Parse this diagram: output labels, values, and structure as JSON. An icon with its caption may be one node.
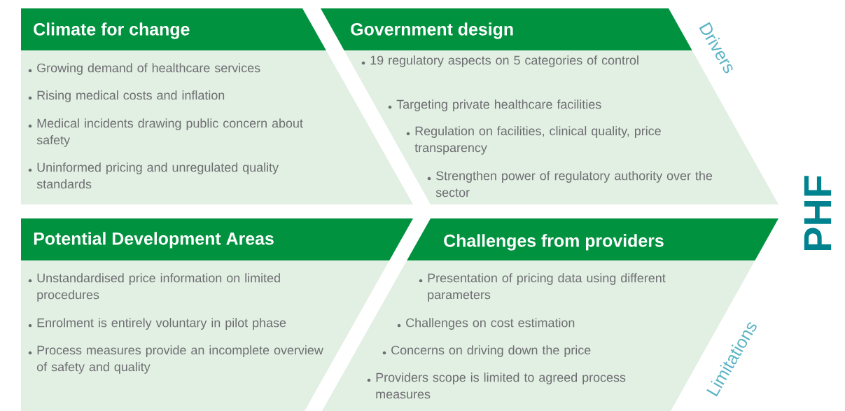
{
  "diagram": {
    "nodes": [
      {
        "text": [
          "Climate for change",
          "Growing demand of healthcare services",
          "Rising medical costs and inflation",
          "Medical incidents drawing public concern about safety",
          "Uninformed pricing and unregulated quality standards"
        ]
      },
      {
        "text": [
          "Government design",
          "19 regulatory aspects on 5 categories of control",
          "Targeting private healthcare facilities",
          "Regulation on facilities, clinical quality, price transparency",
          "Strengthen power of regulatory authority over the sector"
        ]
      },
      {
        "text": [
          "Potential Development Areas",
          "Unstandardised price information on limited procedures",
          "Enrolment is entirely voluntary in pilot phase",
          "Process measures provide an incomplete overview of safety and quality"
        ]
      },
      {
        "text": [
          "Challenges from providers",
          "Presentation of pricing data using different parameters",
          "Challenges on cost estimation",
          "Concerns on driving down the price",
          "Providers scope is limited to agreed process measures"
        ]
      }
    ],
    "labels": [
      "Drivers",
      "PHF",
      "Limitations"
    ]
  }
}
